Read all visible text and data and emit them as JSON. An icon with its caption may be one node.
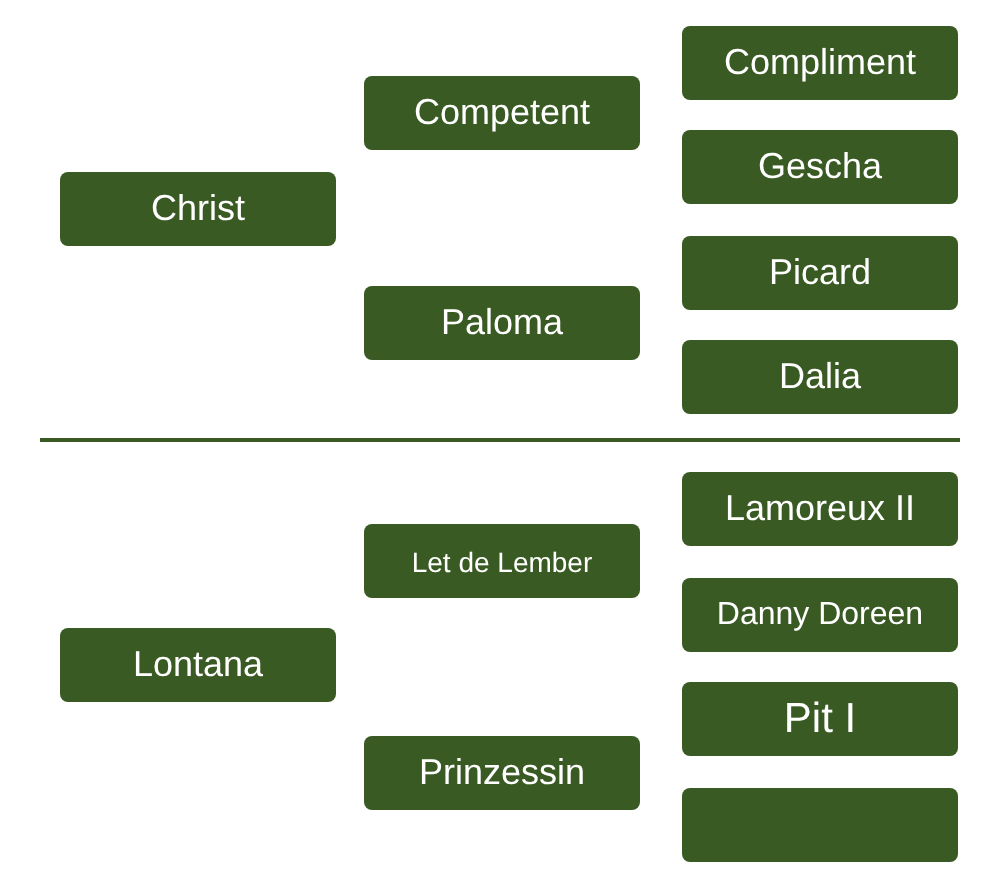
{
  "diagram": {
    "nodes": [
      {
        "text": [
          "Christ"
        ]
      },
      {
        "text": [
          "Competent"
        ]
      },
      {
        "text": [
          "Paloma"
        ]
      },
      {
        "text": [
          "Compliment"
        ]
      },
      {
        "text": [
          "Gescha"
        ]
      },
      {
        "text": [
          "Picard"
        ]
      },
      {
        "text": [
          "Dalia"
        ]
      },
      {
        "text": [
          "Lontana"
        ]
      },
      {
        "text": [
          "Let de Lember"
        ]
      },
      {
        "text": [
          "Prinzessin"
        ]
      },
      {
        "text": [
          "Lamoreux II"
        ]
      },
      {
        "text": [
          "Danny Doreen"
        ]
      },
      {
        "text": [
          "Pit I"
        ]
      },
      {
        "text": [],
        "shape": "box"
      }
    ]
  }
}
